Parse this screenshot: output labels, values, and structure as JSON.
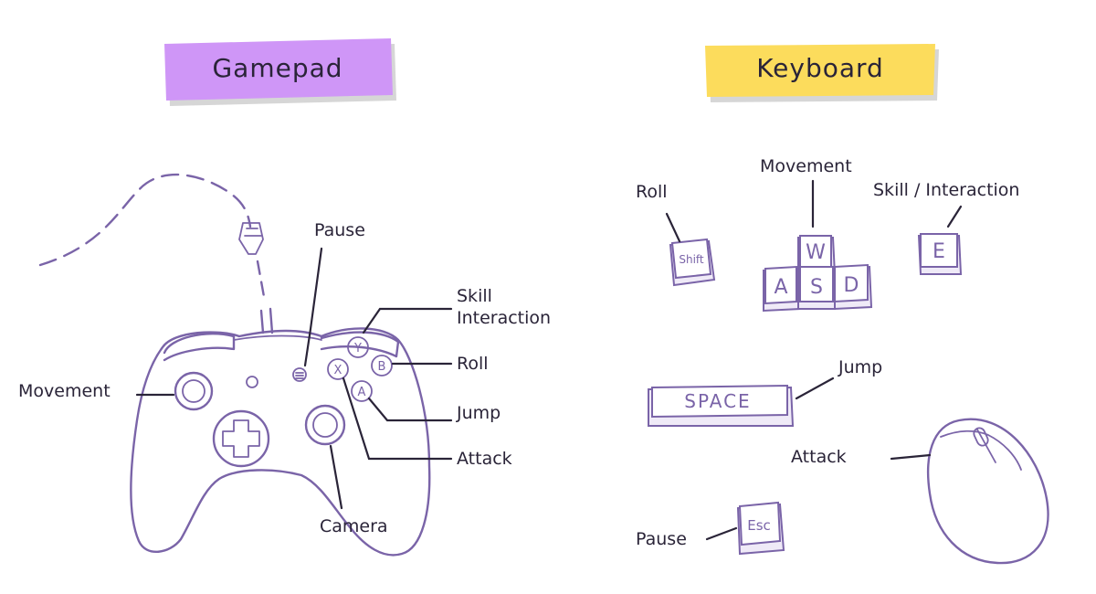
{
  "sections": {
    "gamepad": {
      "title": "Gamepad",
      "note_color": "#cf96f7",
      "labels": {
        "pause": "Pause",
        "skill_line1": "Skill",
        "skill_line2": "Interaction",
        "roll": "Roll",
        "movement": "Movement",
        "jump": "Jump",
        "attack": "Attack",
        "camera": "Camera"
      },
      "buttons": {
        "y": "Y",
        "x": "X",
        "b": "B",
        "a": "A"
      }
    },
    "keyboard": {
      "title": "Keyboard",
      "note_color": "#fcdc5c",
      "labels": {
        "roll": "Roll",
        "movement": "Movement",
        "skill": "Skill / Interaction",
        "jump": "Jump",
        "attack": "Attack",
        "pause": "Pause"
      },
      "keys": {
        "shift": "Shift",
        "w": "W",
        "a": "A",
        "s": "S",
        "d": "D",
        "e": "E",
        "space": "SPACE",
        "esc": "Esc"
      }
    }
  },
  "colors": {
    "outline": "#7a64a8",
    "text": "#2a2438",
    "background": "#ffffff"
  }
}
